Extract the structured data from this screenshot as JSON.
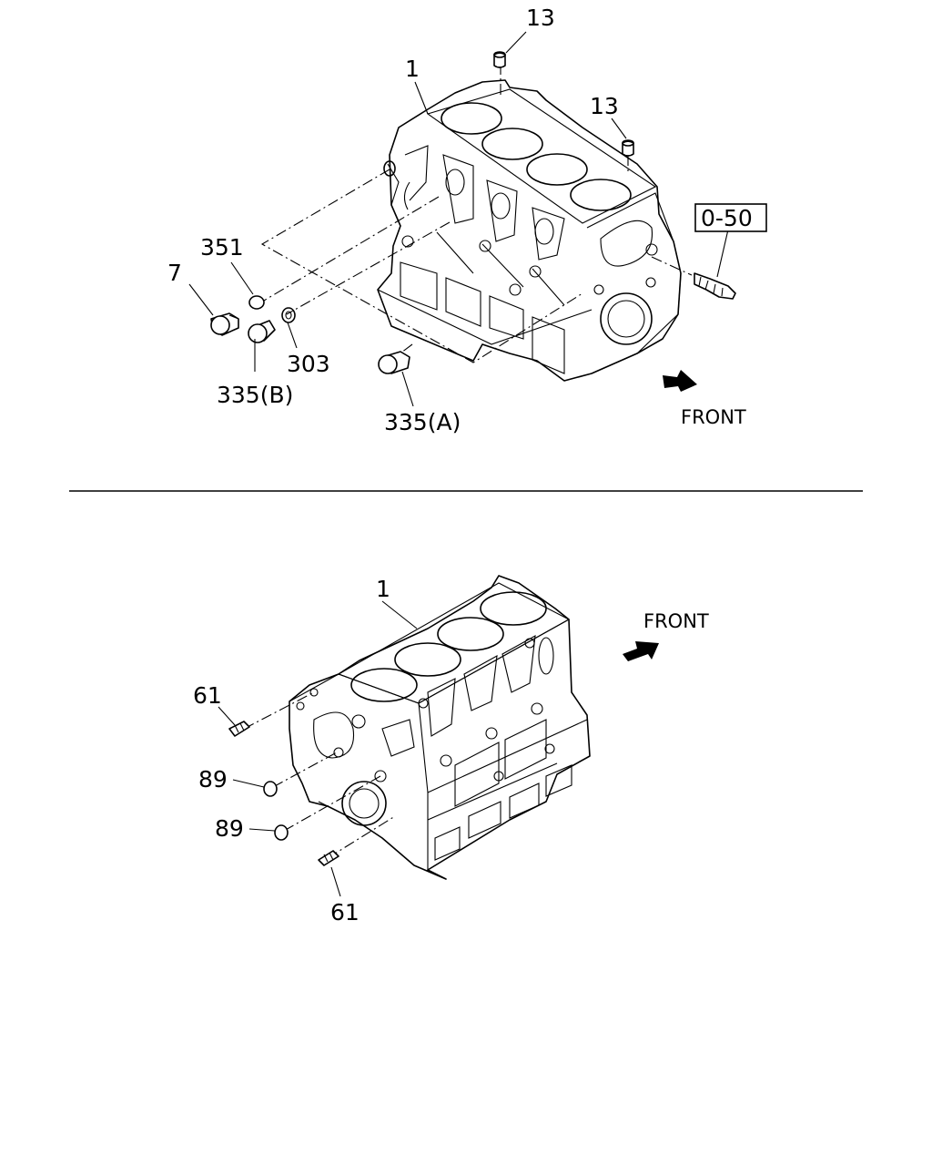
{
  "top_view": {
    "labels": {
      "block": "1",
      "cap_top": "13",
      "cap_right": "13",
      "plug_7": "7",
      "ring_351": "351",
      "washer_303": "303",
      "plug_335b": "335(B)",
      "plug_335a": "335(A)",
      "ref_box": "0-50"
    },
    "front": "FRONT"
  },
  "bottom_view": {
    "labels": {
      "block": "1",
      "stud_top": "61",
      "plug_89_a": "89",
      "plug_89_b": "89",
      "stud_bottom": "61"
    },
    "front": "FRONT"
  }
}
